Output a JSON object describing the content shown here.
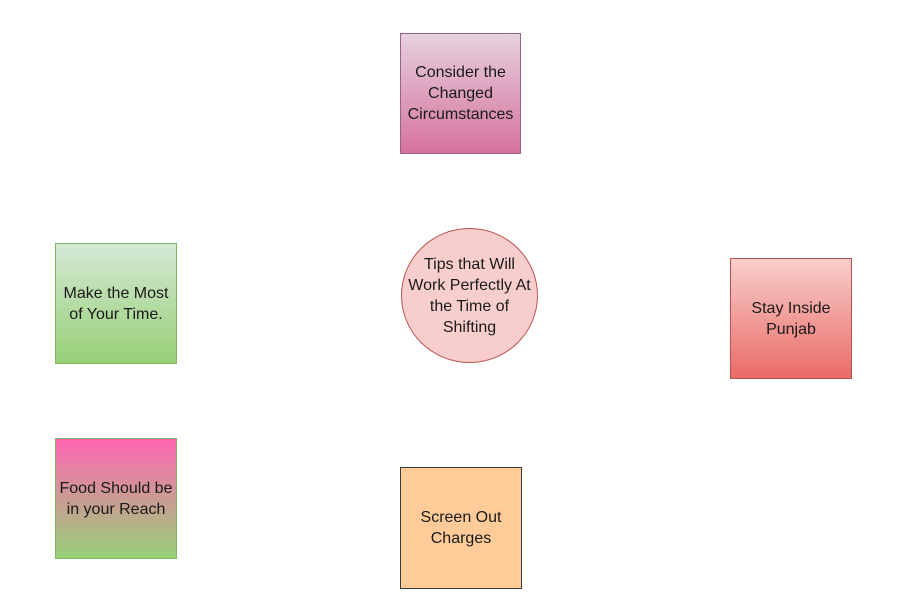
{
  "diagram": {
    "center": {
      "label": "Tips that Will Work Perfectly At the Time of Shifting",
      "fill": "#f8cecc",
      "stroke": "#b85450"
    },
    "top": {
      "label": "Consider the Changed Circumstances",
      "fill": "#d5739d",
      "stroke": "#996185"
    },
    "right": {
      "label": "Stay Inside Punjab",
      "fill": "#ea6b66",
      "stroke": "#b85450"
    },
    "left_middle": {
      "label": "Make the Most of Your Time.",
      "fill": "#97d077",
      "stroke": "#82b366"
    },
    "left_bottom": {
      "label": "Food Should be in your Reach",
      "fill": "#ff66b3",
      "stroke": "#82b366"
    },
    "bottom": {
      "label": "Screen Out Charges",
      "fill": "#ffcc99",
      "stroke": "#36393d"
    }
  }
}
